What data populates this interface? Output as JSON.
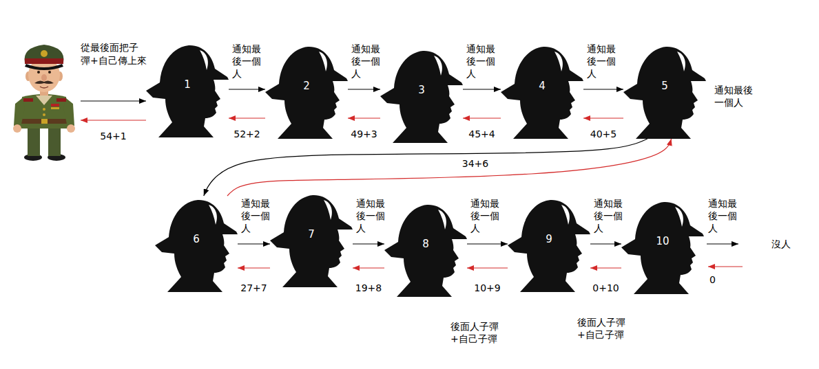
{
  "diagram": {
    "nodes": [
      {
        "text": [
          "從最後面把子彈+自己傳上來"
        ]
      },
      {
        "text": [
          "1"
        ]
      },
      {
        "text": [
          "2"
        ]
      },
      {
        "text": [
          "3"
        ]
      },
      {
        "text": [
          "4"
        ]
      },
      {
        "text": [
          "5"
        ]
      },
      {
        "text": [
          "6"
        ]
      },
      {
        "text": [
          "7"
        ]
      },
      {
        "text": [
          "8"
        ]
      },
      {
        "text": [
          "9"
        ]
      },
      {
        "text": [
          "10"
        ]
      }
    ],
    "edges": [
      {
        "from": 0,
        "to": 1,
        "arrow": "to"
      },
      {
        "from": 1,
        "to": 0,
        "label": "54+1",
        "arrow": "to"
      },
      {
        "from": 1,
        "to": 2,
        "label": "通知最後一個人",
        "arrow": "to"
      },
      {
        "from": 2,
        "to": 1,
        "label": "52+2",
        "arrow": "to"
      },
      {
        "from": 2,
        "to": 3,
        "label": "通知最後一個人",
        "arrow": "to"
      },
      {
        "from": 3,
        "to": 2,
        "label": "49+3",
        "arrow": "to"
      },
      {
        "from": 3,
        "to": 4,
        "label": "通知最後一個人",
        "arrow": "to"
      },
      {
        "from": 4,
        "to": 3,
        "label": "45+4",
        "arrow": "to"
      },
      {
        "from": 4,
        "to": 5,
        "label": "通知最後一個人",
        "arrow": "to"
      },
      {
        "from": 5,
        "to": 4,
        "label": "40+5",
        "arrow": "to"
      },
      {
        "from": 5,
        "to": 6,
        "arrow": "to"
      },
      {
        "from": 6,
        "to": 5,
        "label": "34+6",
        "arrow": "to"
      },
      {
        "from": 6,
        "to": 7,
        "label": "通知最後一個人",
        "arrow": "to"
      },
      {
        "from": 7,
        "to": 6,
        "label": "27+7",
        "arrow": "to"
      },
      {
        "from": 7,
        "to": 8,
        "label": "通知最後一個人",
        "arrow": "to"
      },
      {
        "from": 8,
        "to": 7,
        "label": "19+8",
        "arrow": "to"
      },
      {
        "from": 8,
        "to": 9,
        "label": "通知最後一個人",
        "arrow": "to"
      },
      {
        "from": 9,
        "to": 8,
        "label": "10+9",
        "arrow": "to"
      },
      {
        "from": 9,
        "to": 10,
        "label": "通知最後一個人",
        "arrow": "to"
      },
      {
        "from": 10,
        "to": 9,
        "label": "0+10",
        "arrow": "to"
      }
    ],
    "labels": [
      "通知最後一個人",
      "通知最後一個人",
      "沒人",
      "0",
      "後面人子彈+自己子彈",
      "後面人子彈+自己子彈"
    ]
  }
}
